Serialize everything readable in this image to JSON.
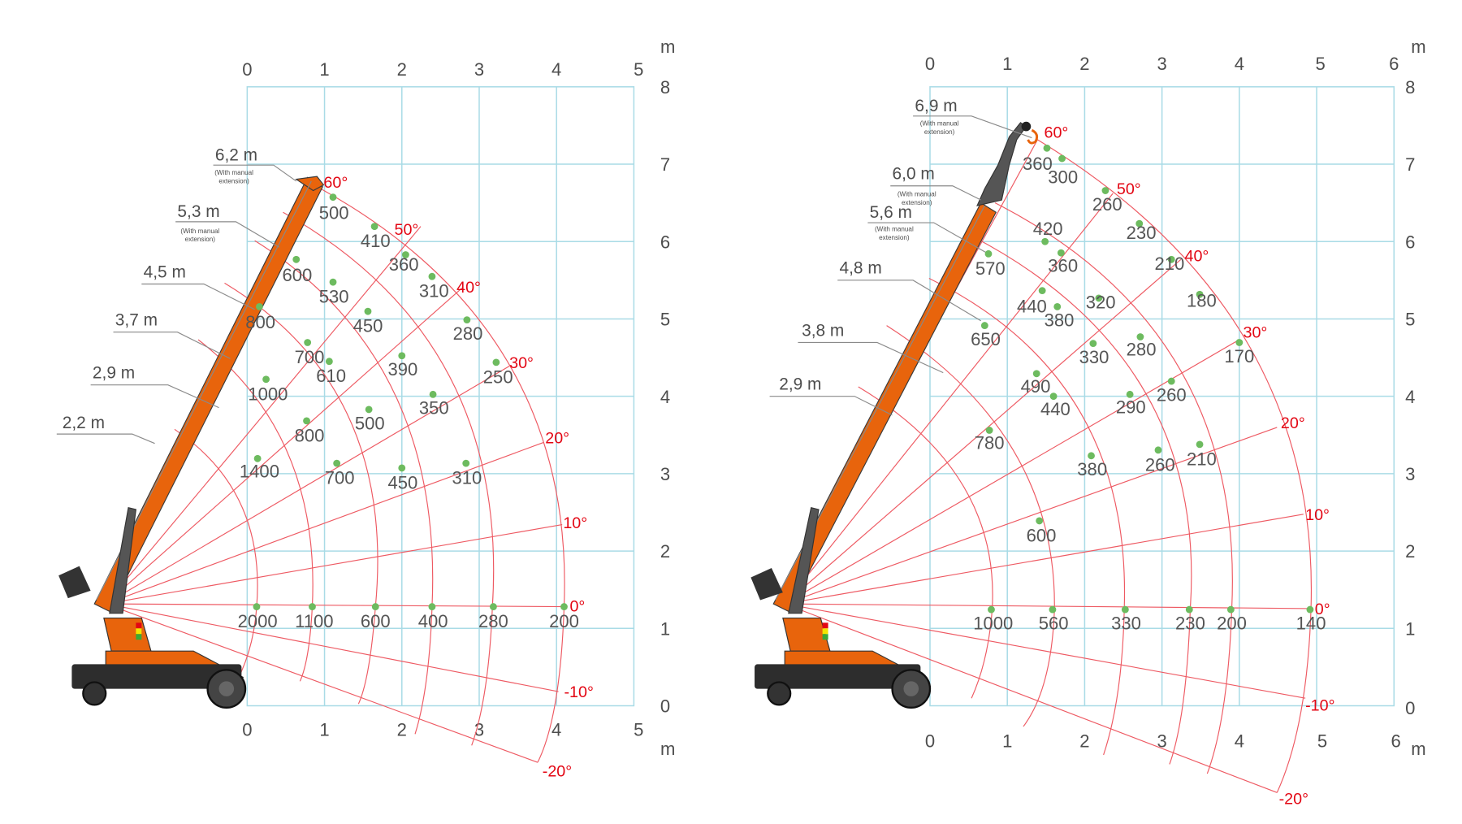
{
  "charts": [
    {
      "id": "left",
      "x_axis": {
        "ticks": [
          "0",
          "1",
          "2",
          "3",
          "4",
          "5"
        ],
        "unit": "m"
      },
      "y_axis": {
        "ticks": [
          "0",
          "1",
          "2",
          "3",
          "4",
          "5",
          "6",
          "7",
          "8"
        ],
        "unit": "m"
      },
      "angles": [
        "60°",
        "50°",
        "40°",
        "30°",
        "20°",
        "10°",
        "0°",
        "-10°",
        "-20°"
      ],
      "boom_lengths": [
        {
          "label": "6,2 m",
          "note": "(With manual extension)"
        },
        {
          "label": "5,3 m",
          "note": "(With manual extension)"
        },
        {
          "label": "4,5 m",
          "note": ""
        },
        {
          "label": "3,7 m",
          "note": ""
        },
        {
          "label": "2,9 m",
          "note": ""
        },
        {
          "label": "2,2 m",
          "note": ""
        }
      ],
      "loads": {
        "60°": [
          "500",
          "600",
          "800",
          "1000",
          "1400"
        ],
        "50°": [
          "410",
          "530",
          "700",
          "800"
        ],
        "40°": [
          "360",
          "450",
          "610",
          "700"
        ],
        "30°": [
          "310",
          "390",
          "500",
          "450"
        ],
        "arc_outer": [
          "280",
          "250",
          "350",
          "310"
        ],
        "0°": [
          "2000",
          "1100",
          "600",
          "400",
          "280",
          "200"
        ]
      }
    },
    {
      "id": "right",
      "x_axis": {
        "ticks": [
          "0",
          "1",
          "2",
          "3",
          "4",
          "5",
          "6"
        ],
        "unit": "m"
      },
      "y_axis": {
        "ticks": [
          "0",
          "1",
          "2",
          "3",
          "4",
          "5",
          "6",
          "7",
          "8"
        ],
        "unit": "m"
      },
      "angles": [
        "60°",
        "50°",
        "40°",
        "30°",
        "20°",
        "10°",
        "0°",
        "-10°",
        "-20°"
      ],
      "boom_lengths": [
        {
          "label": "6,9 m",
          "note": "(With manual extension)"
        },
        {
          "label": "6,0 m",
          "note": "(With manual extension)"
        },
        {
          "label": "5,6 m",
          "note": "(With manual extension)"
        },
        {
          "label": "4,8 m",
          "note": ""
        },
        {
          "label": "3,8 m",
          "note": ""
        },
        {
          "label": "2,9 m",
          "note": ""
        }
      ]
    }
  ],
  "chart_data": [
    {
      "type": "scatter",
      "title": "Load chart — 6,2 m max boom (with manual extension)",
      "xlabel": "m",
      "ylabel": "m",
      "xlim": [
        0,
        5
      ],
      "ylim": [
        0,
        8
      ],
      "boom_lengths_m": [
        2.2,
        2.9,
        3.7,
        4.5,
        5.3,
        6.2
      ],
      "angles_deg": [
        60,
        50,
        40,
        30,
        20,
        10,
        0,
        -10,
        -20
      ],
      "points": [
        {
          "x": 1.1,
          "y": 6.55,
          "load": 500
        },
        {
          "x": 0.65,
          "y": 5.8,
          "load": 600
        },
        {
          "x": 0.15,
          "y": 5.15,
          "load": 800
        },
        {
          "x": 0.25,
          "y": 4.2,
          "load": 1000
        },
        {
          "x": 0.1,
          "y": 3.25,
          "load": 1400
        },
        {
          "x": 1.65,
          "y": 6.2,
          "load": 410
        },
        {
          "x": 1.1,
          "y": 5.55,
          "load": 530
        },
        {
          "x": 0.78,
          "y": 4.7,
          "load": 700
        },
        {
          "x": 0.78,
          "y": 3.8,
          "load": 800
        },
        {
          "x": 1.95,
          "y": 5.85,
          "load": 360
        },
        {
          "x": 1.55,
          "y": 5.1,
          "load": 450
        },
        {
          "x": 1.05,
          "y": 4.45,
          "load": 610
        },
        {
          "x": 1.15,
          "y": 3.1,
          "load": 700
        },
        {
          "x": 2.35,
          "y": 5.55,
          "load": 310
        },
        {
          "x": 2.0,
          "y": 4.5,
          "load": 390
        },
        {
          "x": 1.6,
          "y": 3.9,
          "load": 500
        },
        {
          "x": 2.0,
          "y": 3.05,
          "load": 450
        },
        {
          "x": 2.8,
          "y": 5.0,
          "load": 280
        },
        {
          "x": 3.2,
          "y": 4.45,
          "load": 250
        },
        {
          "x": 2.4,
          "y": 4.05,
          "load": 350
        },
        {
          "x": 2.8,
          "y": 3.1,
          "load": 310
        },
        {
          "x": 0.1,
          "y": 1.3,
          "load": 2000
        },
        {
          "x": 0.85,
          "y": 1.3,
          "load": 1100
        },
        {
          "x": 1.65,
          "y": 1.3,
          "load": 600
        },
        {
          "x": 2.4,
          "y": 1.3,
          "load": 400
        },
        {
          "x": 3.2,
          "y": 1.3,
          "load": 280
        },
        {
          "x": 4.05,
          "y": 1.3,
          "load": 200
        }
      ]
    },
    {
      "type": "scatter",
      "title": "Load chart — 6,9 m max boom (with manual extension)",
      "xlabel": "m",
      "ylabel": "m",
      "xlim": [
        0,
        6
      ],
      "ylim": [
        0,
        8
      ],
      "boom_lengths_m": [
        2.9,
        3.8,
        4.8,
        5.6,
        6.0,
        6.9
      ],
      "angles_deg": [
        60,
        50,
        40,
        30,
        20,
        10,
        0,
        -10,
        -20
      ],
      "points": [
        {
          "x": 1.5,
          "y": 7.2,
          "load": 360
        },
        {
          "x": 1.7,
          "y": 7.05,
          "load": 300
        },
        {
          "x": 2.25,
          "y": 6.65,
          "load": 260
        },
        {
          "x": 2.7,
          "y": 6.3,
          "load": 230
        },
        {
          "x": 3.1,
          "y": 5.9,
          "load": 210
        },
        {
          "x": 3.5,
          "y": 5.45,
          "load": 180
        },
        {
          "x": 4.0,
          "y": 4.7,
          "load": 170
        },
        {
          "x": 1.5,
          "y": 6.15,
          "load": 420
        },
        {
          "x": 1.7,
          "y": 6.0,
          "load": 360
        },
        {
          "x": 2.2,
          "y": 5.45,
          "load": 320
        },
        {
          "x": 2.7,
          "y": 4.8,
          "load": 280
        },
        {
          "x": 3.1,
          "y": 4.2,
          "load": 260
        },
        {
          "x": 3.5,
          "y": 3.4,
          "load": 210
        },
        {
          "x": 0.75,
          "y": 5.9,
          "load": 570
        },
        {
          "x": 1.45,
          "y": 5.35,
          "load": 440
        },
        {
          "x": 1.65,
          "y": 5.15,
          "load": 380
        },
        {
          "x": 2.1,
          "y": 4.7,
          "load": 330
        },
        {
          "x": 2.6,
          "y": 4.05,
          "load": 290
        },
        {
          "x": 2.95,
          "y": 3.3,
          "load": 260
        },
        {
          "x": 0.7,
          "y": 5.05,
          "load": 650
        },
        {
          "x": 1.35,
          "y": 4.3,
          "load": 490
        },
        {
          "x": 1.6,
          "y": 4.0,
          "load": 440
        },
        {
          "x": 2.05,
          "y": 3.2,
          "load": 380
        },
        {
          "x": 0.75,
          "y": 3.6,
          "load": 780
        },
        {
          "x": 1.45,
          "y": 2.4,
          "load": 600
        },
        {
          "x": 0.8,
          "y": 1.25,
          "load": 1000
        },
        {
          "x": 1.55,
          "y": 1.25,
          "load": 560
        },
        {
          "x": 2.5,
          "y": 1.25,
          "load": 330
        },
        {
          "x": 3.35,
          "y": 1.25,
          "load": 230
        },
        {
          "x": 3.9,
          "y": 1.25,
          "load": 200
        },
        {
          "x": 4.95,
          "y": 1.25,
          "load": 140
        }
      ]
    }
  ]
}
